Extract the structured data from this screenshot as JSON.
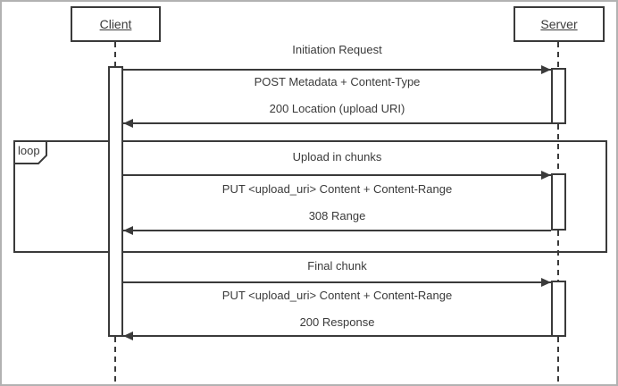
{
  "actors": {
    "client": "Client",
    "server": "Server"
  },
  "fragment": {
    "operator": "loop"
  },
  "sections": [
    {
      "title": "Initiation Request",
      "request": "POST Metadata + Content-Type",
      "response": "200 Location (upload URI)"
    },
    {
      "title": "Upload in chunks",
      "request": "PUT <upload_uri> Content + Content-Range",
      "response": "308 Range"
    },
    {
      "title": "Final chunk",
      "request": "PUT <upload_uri> Content + Content-Range",
      "response": "200 Response"
    }
  ],
  "colors": {
    "line": "#3a3a3a",
    "background": "#ffffff",
    "frame_border": "#b2b2b2"
  }
}
